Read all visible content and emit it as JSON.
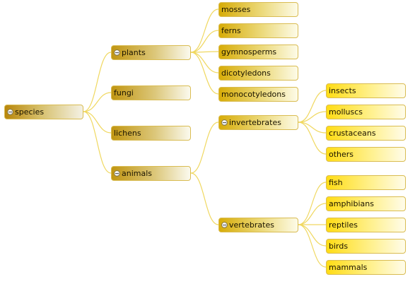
{
  "tree": {
    "id": "species",
    "label": "species",
    "expanded": true,
    "children": [
      {
        "id": "plants",
        "label": "plants",
        "expanded": true,
        "children": [
          {
            "id": "mosses",
            "label": "mosses"
          },
          {
            "id": "ferns",
            "label": "ferns"
          },
          {
            "id": "gymnosperms",
            "label": "gymnosperms"
          },
          {
            "id": "dicotyledons",
            "label": "dicotyledons"
          },
          {
            "id": "monocotyledons",
            "label": "monocotyledons"
          }
        ]
      },
      {
        "id": "fungi",
        "label": "fungi"
      },
      {
        "id": "lichens",
        "label": "lichens"
      },
      {
        "id": "animals",
        "label": "animals",
        "expanded": true,
        "children": [
          {
            "id": "invertebrates",
            "label": "invertebrates",
            "expanded": true,
            "children": [
              {
                "id": "insects",
                "label": "insects"
              },
              {
                "id": "molluscs",
                "label": "molluscs"
              },
              {
                "id": "crustaceans",
                "label": "crustaceans"
              },
              {
                "id": "others",
                "label": "others"
              }
            ]
          },
          {
            "id": "vertebrates",
            "label": "vertebrates",
            "expanded": true,
            "children": [
              {
                "id": "fish",
                "label": "fish"
              },
              {
                "id": "amphibians",
                "label": "amphibians"
              },
              {
                "id": "reptiles",
                "label": "reptiles"
              },
              {
                "id": "birds",
                "label": "birds"
              },
              {
                "id": "mammals",
                "label": "mammals"
              }
            ]
          }
        ]
      }
    ]
  },
  "colors": {
    "link": "#f0d860",
    "node_border": "#d9bc52",
    "level0": "#b8860b",
    "level1": "#c19612",
    "level2": "#d7ac08",
    "level3": "#ffdc14"
  },
  "icons": {
    "toggle": "collapse-icon"
  }
}
